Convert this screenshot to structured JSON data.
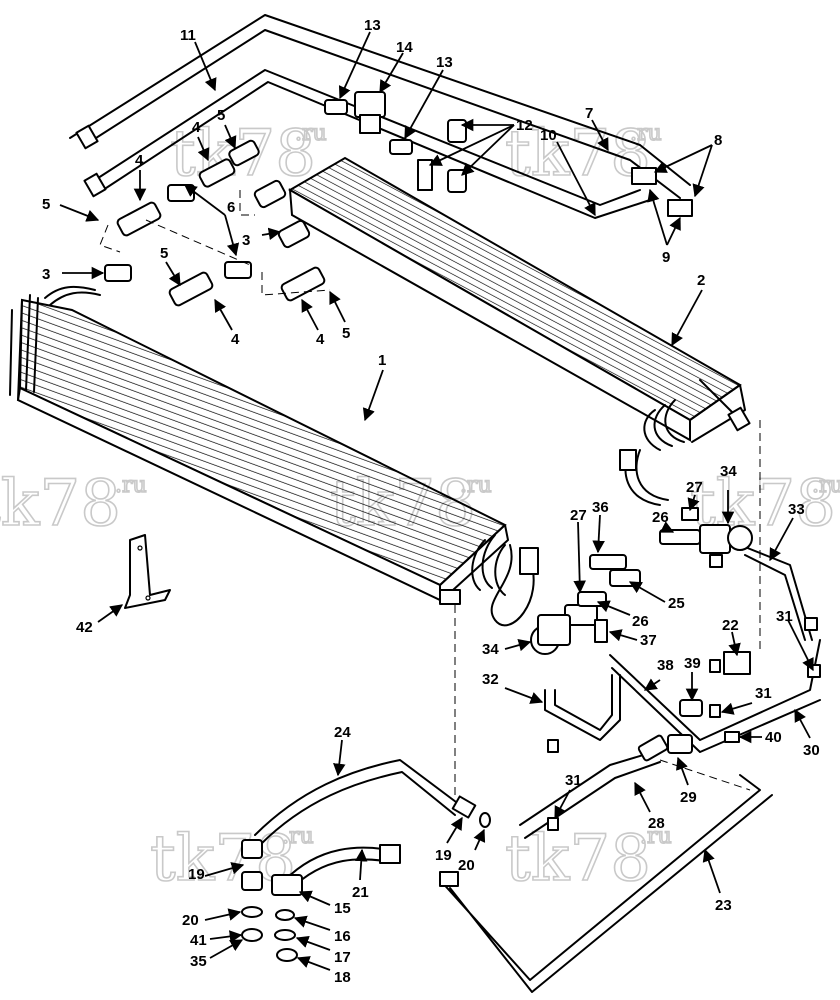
{
  "watermark": {
    "text": "tk78",
    "suffix": ".ru"
  },
  "callouts": [
    {
      "id": "c1",
      "label": "1"
    },
    {
      "id": "c2",
      "label": "2"
    },
    {
      "id": "c3a",
      "label": "3"
    },
    {
      "id": "c3b",
      "label": "3"
    },
    {
      "id": "c4a",
      "label": "4"
    },
    {
      "id": "c4b",
      "label": "4"
    },
    {
      "id": "c4c",
      "label": "4"
    },
    {
      "id": "c4d",
      "label": "4"
    },
    {
      "id": "c5a",
      "label": "5"
    },
    {
      "id": "c5b",
      "label": "5"
    },
    {
      "id": "c5c",
      "label": "5"
    },
    {
      "id": "c5d",
      "label": "5"
    },
    {
      "id": "c6",
      "label": "6"
    },
    {
      "id": "c7",
      "label": "7"
    },
    {
      "id": "c8",
      "label": "8"
    },
    {
      "id": "c9",
      "label": "9"
    },
    {
      "id": "c10",
      "label": "10"
    },
    {
      "id": "c11",
      "label": "11"
    },
    {
      "id": "c12",
      "label": "12"
    },
    {
      "id": "c13a",
      "label": "13"
    },
    {
      "id": "c13b",
      "label": "13"
    },
    {
      "id": "c14",
      "label": "14"
    },
    {
      "id": "c15",
      "label": "15"
    },
    {
      "id": "c16",
      "label": "16"
    },
    {
      "id": "c17",
      "label": "17"
    },
    {
      "id": "c18",
      "label": "18"
    },
    {
      "id": "c19a",
      "label": "19"
    },
    {
      "id": "c19b",
      "label": "19"
    },
    {
      "id": "c20a",
      "label": "20"
    },
    {
      "id": "c20b",
      "label": "20"
    },
    {
      "id": "c21",
      "label": "21"
    },
    {
      "id": "c22",
      "label": "22"
    },
    {
      "id": "c23",
      "label": "23"
    },
    {
      "id": "c24",
      "label": "24"
    },
    {
      "id": "c25",
      "label": "25"
    },
    {
      "id": "c26a",
      "label": "26"
    },
    {
      "id": "c26b",
      "label": "26"
    },
    {
      "id": "c27a",
      "label": "27"
    },
    {
      "id": "c27b",
      "label": "27"
    },
    {
      "id": "c28",
      "label": "28"
    },
    {
      "id": "c29",
      "label": "29"
    },
    {
      "id": "c30",
      "label": "30"
    },
    {
      "id": "c31a",
      "label": "31"
    },
    {
      "id": "c31b",
      "label": "31"
    },
    {
      "id": "c31c",
      "label": "31"
    },
    {
      "id": "c32",
      "label": "32"
    },
    {
      "id": "c33",
      "label": "33"
    },
    {
      "id": "c34a",
      "label": "34"
    },
    {
      "id": "c34b",
      "label": "34"
    },
    {
      "id": "c35",
      "label": "35"
    },
    {
      "id": "c36",
      "label": "36"
    },
    {
      "id": "c37",
      "label": "37"
    },
    {
      "id": "c38",
      "label": "38"
    },
    {
      "id": "c39",
      "label": "39"
    },
    {
      "id": "c40",
      "label": "40"
    },
    {
      "id": "c41",
      "label": "41"
    },
    {
      "id": "c42",
      "label": "42"
    }
  ]
}
